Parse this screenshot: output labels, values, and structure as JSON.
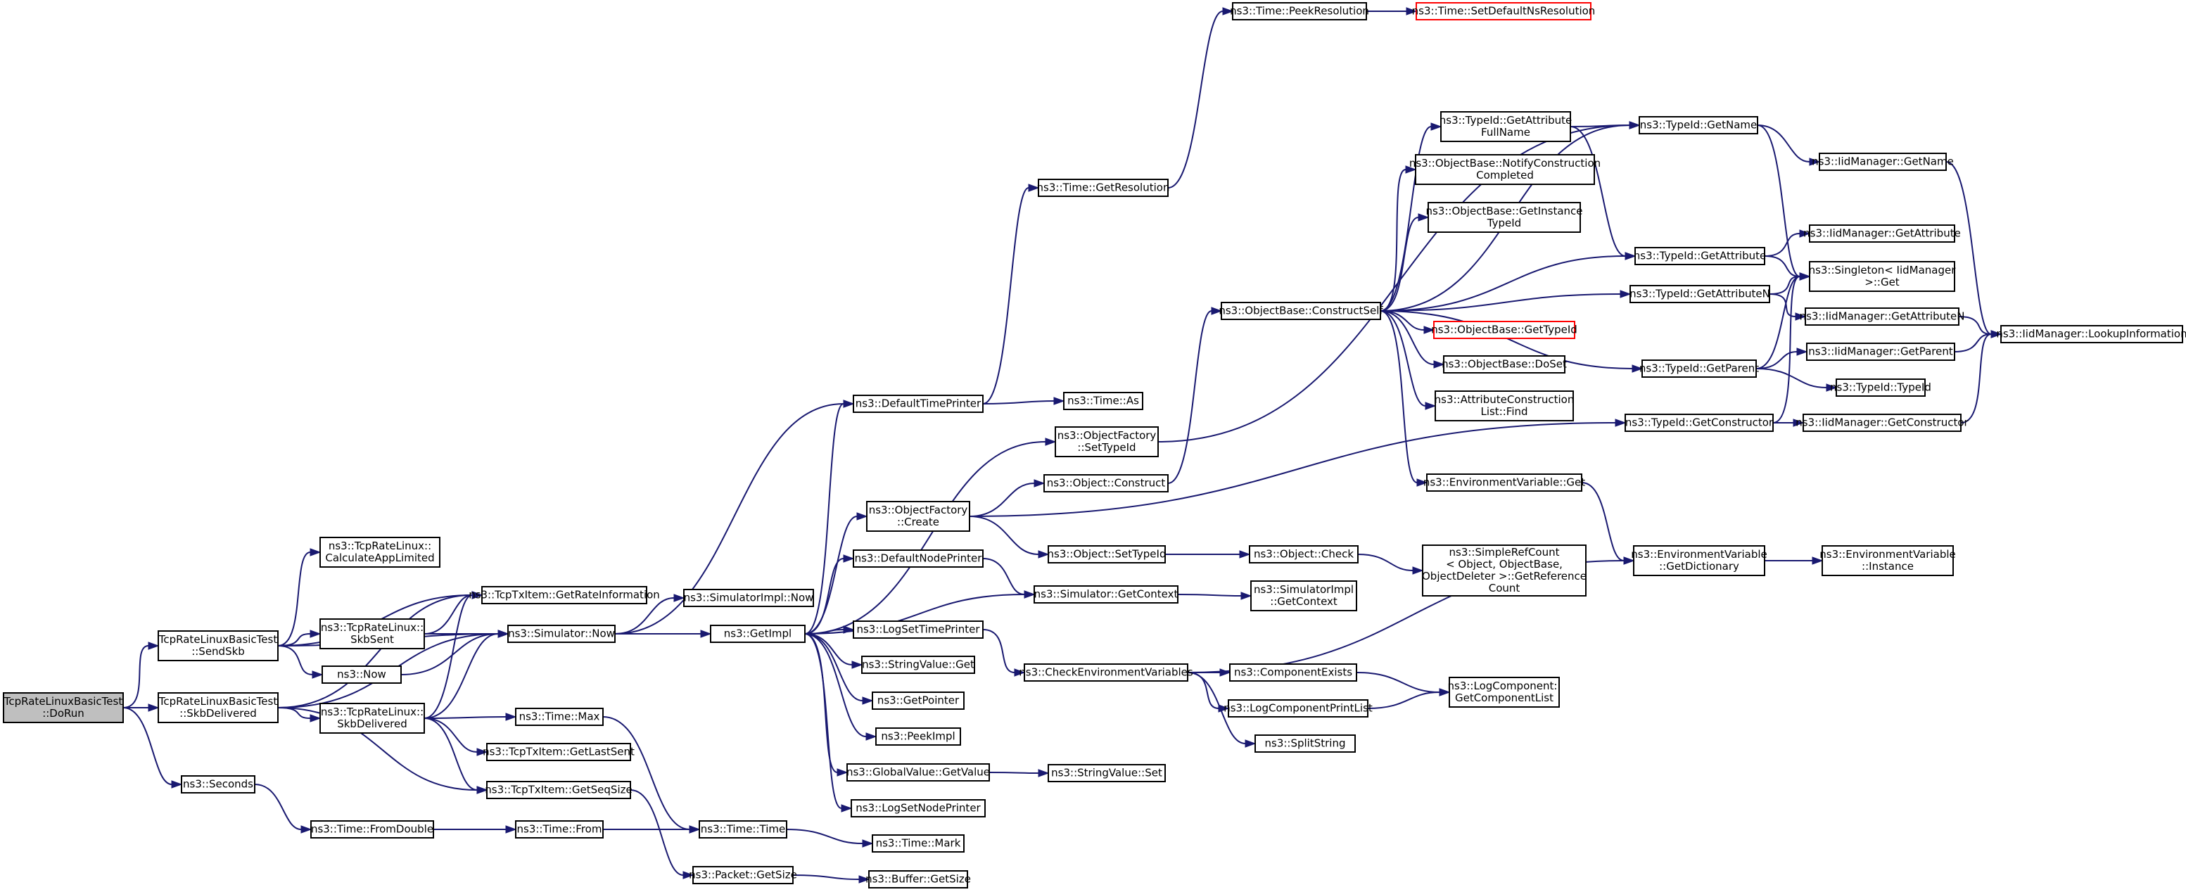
{
  "diagram": {
    "colors": {
      "edge": "#191970",
      "node_border": "#000000",
      "root_fill": "#bfbfbf",
      "missing_border": "#ff0000"
    },
    "nodes": {
      "doRun": {
        "lines": [
          "TcpRateLinuxBasicTest",
          "::DoRun"
        ],
        "root": true
      },
      "sendSkb": {
        "lines": [
          "TcpRateLinuxBasicTest",
          "::SendSkb"
        ]
      },
      "skbDeliveredTest": {
        "lines": [
          "TcpRateLinuxBasicTest",
          "::SkbDelivered"
        ]
      },
      "seconds": {
        "lines": [
          "ns3::Seconds"
        ]
      },
      "calcAppLimited": {
        "lines": [
          "ns3::TcpRateLinux::",
          "CalculateAppLimited"
        ]
      },
      "getRateInfo": {
        "lines": [
          "ns3::TcpTxItem::GetRateInformation"
        ]
      },
      "skbSent": {
        "lines": [
          "ns3::TcpRateLinux::",
          "SkbSent"
        ]
      },
      "simNow": {
        "lines": [
          "ns3::Simulator::Now"
        ]
      },
      "now": {
        "lines": [
          "ns3::Now"
        ]
      },
      "skbDeliveredRate": {
        "lines": [
          "ns3::TcpRateLinux::",
          "SkbDelivered"
        ]
      },
      "timeMax": {
        "lines": [
          "ns3::Time::Max"
        ]
      },
      "getLastSent": {
        "lines": [
          "ns3::TcpTxItem::GetLastSent"
        ]
      },
      "getSeqSize": {
        "lines": [
          "ns3::TcpTxItem::GetSeqSize"
        ]
      },
      "fromDouble": {
        "lines": [
          "ns3::Time::FromDouble"
        ]
      },
      "timeFrom": {
        "lines": [
          "ns3::Time::From"
        ]
      },
      "timeTime": {
        "lines": [
          "ns3::Time::Time"
        ]
      },
      "packetGetSize": {
        "lines": [
          "ns3::Packet::GetSize"
        ]
      },
      "simImplNow": {
        "lines": [
          "ns3::SimulatorImpl::Now"
        ]
      },
      "getImpl": {
        "lines": [
          "ns3::GetImpl"
        ]
      },
      "defaultTimePrinter": {
        "lines": [
          "ns3::DefaultTimePrinter"
        ]
      },
      "objFactoryCreate": {
        "lines": [
          "ns3::ObjectFactory",
          "::Create"
        ]
      },
      "defaultNodePrinter": {
        "lines": [
          "ns3::DefaultNodePrinter"
        ]
      },
      "logSetTimePrinter": {
        "lines": [
          "ns3::LogSetTimePrinter"
        ]
      },
      "stringValueGet": {
        "lines": [
          "ns3::StringValue::Get"
        ]
      },
      "getPointer": {
        "lines": [
          "ns3::GetPointer"
        ]
      },
      "peekImpl": {
        "lines": [
          "ns3::PeekImpl"
        ]
      },
      "globalValueGetValue": {
        "lines": [
          "ns3::GlobalValue::GetValue"
        ]
      },
      "logSetNodePrinter": {
        "lines": [
          "ns3::LogSetNodePrinter"
        ]
      },
      "timeMark": {
        "lines": [
          "ns3::Time::Mark"
        ]
      },
      "bufferGetSize": {
        "lines": [
          "ns3::Buffer::GetSize"
        ]
      },
      "timeGetResolution": {
        "lines": [
          "ns3::Time::GetResolution"
        ]
      },
      "timePeekResolution": {
        "lines": [
          "ns3::Time::PeekResolution"
        ]
      },
      "timeSetDefaultNs": {
        "lines": [
          "ns3::Time::SetDefaultNsResolution"
        ],
        "missing": true
      },
      "timeAs": {
        "lines": [
          "ns3::Time::As"
        ]
      },
      "objFactorySetTypeId": {
        "lines": [
          "ns3::ObjectFactory",
          "::SetTypeId"
        ]
      },
      "objectConstruct": {
        "lines": [
          "ns3::Object::Construct"
        ]
      },
      "objectSetTypeId": {
        "lines": [
          "ns3::Object::SetTypeId"
        ]
      },
      "simGetContext": {
        "lines": [
          "ns3::Simulator::GetContext"
        ]
      },
      "checkEnvVars": {
        "lines": [
          "ns3::CheckEnvironmentVariables"
        ]
      },
      "stringValueSet": {
        "lines": [
          "ns3::StringValue::Set"
        ]
      },
      "objBaseConstructSelf": {
        "lines": [
          "ns3::ObjectBase::ConstructSelf"
        ]
      },
      "typeIdGetAttrFullName": {
        "lines": [
          "ns3::TypeId::GetAttribute",
          "FullName"
        ]
      },
      "objBaseNotify": {
        "lines": [
          "ns3::ObjectBase::NotifyConstruction",
          "Completed"
        ]
      },
      "objBaseGetInstance": {
        "lines": [
          "ns3::ObjectBase::GetInstance",
          "TypeId"
        ]
      },
      "objBaseGetTypeId": {
        "lines": [
          "ns3::ObjectBase::GetTypeId"
        ],
        "missing": true
      },
      "objBaseDoSet": {
        "lines": [
          "ns3::ObjectBase::DoSet"
        ]
      },
      "attrConstructionListFind": {
        "lines": [
          "ns3::AttributeConstruction",
          "List::Find"
        ]
      },
      "envVarGet": {
        "lines": [
          "ns3::EnvironmentVariable::Get"
        ]
      },
      "objectCheck": {
        "lines": [
          "ns3::Object::Check"
        ]
      },
      "simpleRefCount": {
        "lines": [
          "ns3::SimpleRefCount",
          "< Object, ObjectBase,",
          "ObjectDeleter >::GetReference",
          "Count"
        ]
      },
      "simImplGetContext": {
        "lines": [
          "ns3::SimulatorImpl",
          "::GetContext"
        ]
      },
      "componentExists": {
        "lines": [
          "ns3::ComponentExists"
        ]
      },
      "logComponentPrintList": {
        "lines": [
          "ns3::LogComponentPrintList"
        ]
      },
      "splitString": {
        "lines": [
          "ns3::SplitString"
        ]
      },
      "logComponentGetList": {
        "lines": [
          "ns3::LogComponent::",
          "GetComponentList"
        ]
      },
      "typeIdGetName": {
        "lines": [
          "ns3::TypeId::GetName"
        ]
      },
      "typeIdGetAttribute": {
        "lines": [
          "ns3::TypeId::GetAttribute"
        ]
      },
      "typeIdGetAttributeN": {
        "lines": [
          "ns3::TypeId::GetAttributeN"
        ]
      },
      "typeIdGetParent": {
        "lines": [
          "ns3::TypeId::GetParent"
        ]
      },
      "typeIdGetConstructor": {
        "lines": [
          "ns3::TypeId::GetConstructor"
        ]
      },
      "envVarGetDictionary": {
        "lines": [
          "ns3::EnvironmentVariable",
          "::GetDictionary"
        ]
      },
      "iidGetName": {
        "lines": [
          "ns3::IidManager::GetName"
        ]
      },
      "iidGetAttribute": {
        "lines": [
          "ns3::IidManager::GetAttribute"
        ]
      },
      "singletonGet": {
        "lines": [
          "ns3::Singleton< IidManager",
          ">::Get"
        ]
      },
      "iidGetAttributeN": {
        "lines": [
          "ns3::IidManager::GetAttributeN"
        ]
      },
      "iidGetParent": {
        "lines": [
          "ns3::IidManager::GetParent"
        ]
      },
      "typeIdTypeId": {
        "lines": [
          "ns3::TypeId::TypeId"
        ]
      },
      "iidGetConstructor": {
        "lines": [
          "ns3::IidManager::GetConstructor"
        ]
      },
      "envVarInstance": {
        "lines": [
          "ns3::EnvironmentVariable",
          "::Instance"
        ]
      },
      "iidLookupInfo": {
        "lines": [
          "ns3::IidManager::LookupInformation"
        ]
      }
    },
    "edges": [
      [
        "doRun",
        "sendSkb"
      ],
      [
        "doRun",
        "skbDeliveredTest"
      ],
      [
        "doRun",
        "seconds"
      ],
      [
        "sendSkb",
        "calcAppLimited"
      ],
      [
        "sendSkb",
        "getRateInfo"
      ],
      [
        "sendSkb",
        "skbSent"
      ],
      [
        "sendSkb",
        "simNow"
      ],
      [
        "sendSkb",
        "now"
      ],
      [
        "skbDeliveredTest",
        "getRateInfo"
      ],
      [
        "skbDeliveredTest",
        "simNow"
      ],
      [
        "skbDeliveredTest",
        "skbDeliveredRate"
      ],
      [
        "skbDeliveredTest",
        "getSeqSize"
      ],
      [
        "seconds",
        "fromDouble"
      ],
      [
        "skbSent",
        "getRateInfo"
      ],
      [
        "skbSent",
        "simNow"
      ],
      [
        "now",
        "simNow"
      ],
      [
        "skbDeliveredRate",
        "getRateInfo"
      ],
      [
        "skbDeliveredRate",
        "simNow"
      ],
      [
        "skbDeliveredRate",
        "timeMax"
      ],
      [
        "skbDeliveredRate",
        "getLastSent"
      ],
      [
        "skbDeliveredRate",
        "getSeqSize"
      ],
      [
        "timeMax",
        "timeTime"
      ],
      [
        "getSeqSize",
        "packetGetSize"
      ],
      [
        "fromDouble",
        "timeFrom"
      ],
      [
        "timeFrom",
        "timeTime"
      ],
      [
        "timeTime",
        "timeMark"
      ],
      [
        "packetGetSize",
        "bufferGetSize"
      ],
      [
        "simNow",
        "getImpl"
      ],
      [
        "simNow",
        "simImplNow"
      ],
      [
        "simNow",
        "defaultTimePrinter"
      ],
      [
        "getImpl",
        "defaultTimePrinter"
      ],
      [
        "getImpl",
        "objFactorySetTypeId"
      ],
      [
        "getImpl",
        "objFactoryCreate"
      ],
      [
        "getImpl",
        "defaultNodePrinter"
      ],
      [
        "getImpl",
        "simGetContext"
      ],
      [
        "getImpl",
        "logSetTimePrinter"
      ],
      [
        "getImpl",
        "stringValueGet"
      ],
      [
        "getImpl",
        "getPointer"
      ],
      [
        "getImpl",
        "peekImpl"
      ],
      [
        "getImpl",
        "globalValueGetValue"
      ],
      [
        "getImpl",
        "logSetNodePrinter"
      ],
      [
        "defaultTimePrinter",
        "timeGetResolution"
      ],
      [
        "defaultTimePrinter",
        "timeAs"
      ],
      [
        "timeGetResolution",
        "timePeekResolution"
      ],
      [
        "timePeekResolution",
        "timeSetDefaultNs"
      ],
      [
        "objFactorySetTypeId",
        "typeIdGetName"
      ],
      [
        "objFactoryCreate",
        "objectConstruct"
      ],
      [
        "objFactoryCreate",
        "objectSetTypeId"
      ],
      [
        "objFactoryCreate",
        "typeIdGetConstructor"
      ],
      [
        "objectConstruct",
        "objBaseConstructSelf"
      ],
      [
        "objectSetTypeId",
        "objectCheck"
      ],
      [
        "objectCheck",
        "simpleRefCount"
      ],
      [
        "defaultNodePrinter",
        "simGetContext"
      ],
      [
        "simGetContext",
        "simImplGetContext"
      ],
      [
        "logSetTimePrinter",
        "checkEnvVars"
      ],
      [
        "globalValueGetValue",
        "stringValueSet"
      ],
      [
        "checkEnvVars",
        "envVarGetDictionary"
      ],
      [
        "checkEnvVars",
        "componentExists"
      ],
      [
        "checkEnvVars",
        "logComponentPrintList"
      ],
      [
        "checkEnvVars",
        "splitString"
      ],
      [
        "componentExists",
        "logComponentGetList"
      ],
      [
        "logComponentPrintList",
        "logComponentGetList"
      ],
      [
        "objBaseConstructSelf",
        "typeIdGetName"
      ],
      [
        "objBaseConstructSelf",
        "typeIdGetAttrFullName"
      ],
      [
        "objBaseConstructSelf",
        "objBaseNotify"
      ],
      [
        "objBaseConstructSelf",
        "objBaseGetInstance"
      ],
      [
        "objBaseConstructSelf",
        "typeIdGetAttribute"
      ],
      [
        "objBaseConstructSelf",
        "typeIdGetAttributeN"
      ],
      [
        "objBaseConstructSelf",
        "objBaseGetTypeId"
      ],
      [
        "objBaseConstructSelf",
        "objBaseDoSet"
      ],
      [
        "objBaseConstructSelf",
        "attrConstructionListFind"
      ],
      [
        "objBaseConstructSelf",
        "typeIdGetParent"
      ],
      [
        "objBaseConstructSelf",
        "envVarGet"
      ],
      [
        "typeIdGetAttrFullName",
        "typeIdGetName"
      ],
      [
        "typeIdGetAttrFullName",
        "typeIdGetAttribute"
      ],
      [
        "envVarGet",
        "envVarGetDictionary"
      ],
      [
        "envVarGetDictionary",
        "envVarInstance"
      ],
      [
        "typeIdGetName",
        "iidGetName"
      ],
      [
        "typeIdGetName",
        "singletonGet"
      ],
      [
        "typeIdGetAttribute",
        "iidGetAttribute"
      ],
      [
        "typeIdGetAttribute",
        "singletonGet"
      ],
      [
        "typeIdGetAttributeN",
        "singletonGet"
      ],
      [
        "typeIdGetAttributeN",
        "iidGetAttributeN"
      ],
      [
        "typeIdGetParent",
        "singletonGet"
      ],
      [
        "typeIdGetParent",
        "iidGetParent"
      ],
      [
        "typeIdGetParent",
        "typeIdTypeId"
      ],
      [
        "typeIdGetConstructor",
        "singletonGet"
      ],
      [
        "typeIdGetConstructor",
        "iidGetConstructor"
      ],
      [
        "iidGetName",
        "iidLookupInfo"
      ],
      [
        "iidGetAttributeN",
        "iidLookupInfo"
      ],
      [
        "iidGetParent",
        "iidLookupInfo"
      ],
      [
        "iidGetConstructor",
        "iidLookupInfo"
      ]
    ]
  }
}
